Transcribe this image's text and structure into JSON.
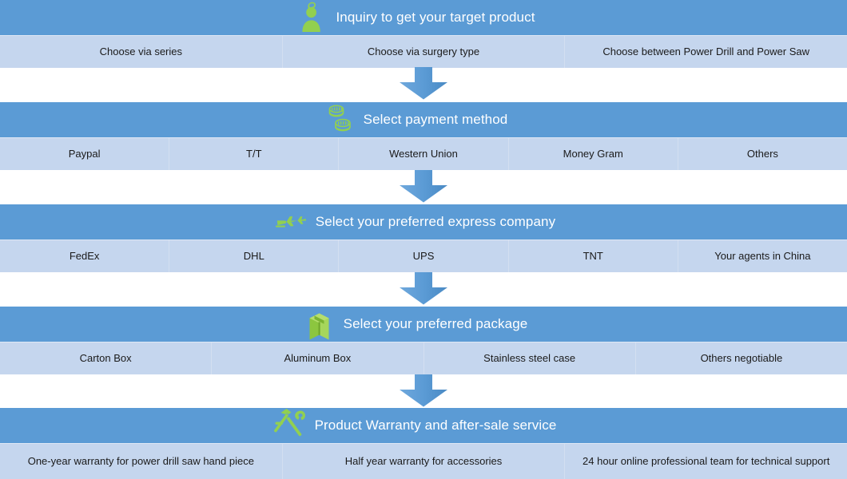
{
  "meta": {
    "colors": {
      "header_blue": "#5B9BD5",
      "row_light_blue": "#C5D6EE",
      "icon_green": "#92D050",
      "arrow_blue": "#5B9BD5",
      "text_dark": "#1a1a1a",
      "title_white": "#ffffff"
    }
  },
  "steps": [
    {
      "id": "inquiry",
      "icon": "customer-service-person-icon",
      "title": "Inquiry to get your target product",
      "options": [
        "Choose via series",
        "Choose via surgery type",
        "Choose  between Power Drill and Power Saw"
      ]
    },
    {
      "id": "payment",
      "icon": "coins-icon",
      "title": "Select payment method",
      "options": [
        "Paypal",
        "T/T",
        "Western Union",
        "Money Gram",
        "Others"
      ]
    },
    {
      "id": "express",
      "icon": "airplane-icon",
      "title": "Select your preferred express company",
      "options": [
        "FedEx",
        "DHL",
        "UPS",
        "TNT",
        "Your agents in China"
      ]
    },
    {
      "id": "package",
      "icon": "package-box-icon",
      "title": "Select your preferred package",
      "options": [
        "Carton Box",
        "Aluminum Box",
        "Stainless steel case",
        "Others negotiable"
      ]
    },
    {
      "id": "warranty",
      "icon": "hammer-wrench-tools-icon",
      "title": "Product Warranty and after-sale service",
      "options": [
        "One-year warranty for power drill saw hand piece",
        "Half year warranty for accessories",
        "24 hour online professional team for technical support"
      ]
    }
  ],
  "connectors": [
    {
      "id": "arrow-1",
      "direction": "down"
    },
    {
      "id": "arrow-2",
      "direction": "down"
    },
    {
      "id": "arrow-3",
      "direction": "down"
    },
    {
      "id": "arrow-4",
      "direction": "down"
    }
  ]
}
